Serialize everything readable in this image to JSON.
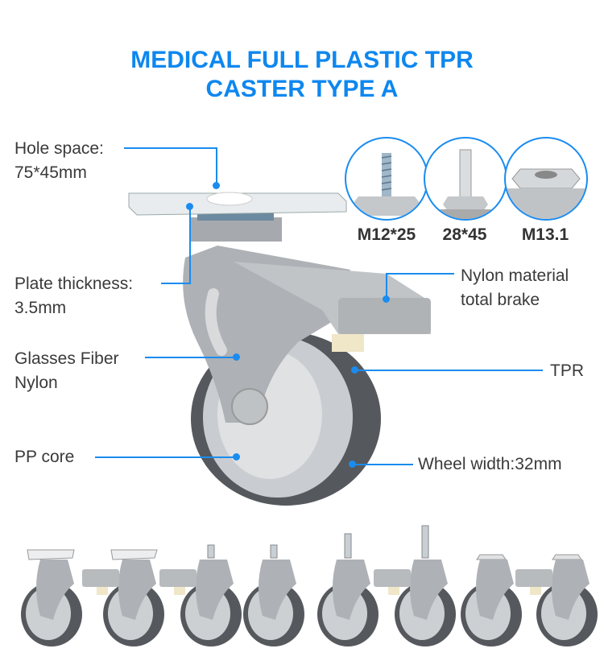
{
  "title": {
    "line1": "MEDICAL FULL PLASTIC TPR",
    "line2": "CASTER TYPE A"
  },
  "callouts": {
    "hole_space": {
      "label": "Hole space:",
      "value": "75*45mm"
    },
    "plate_thickness": {
      "label": "Plate thickness:",
      "value": "3.5mm"
    },
    "frame": {
      "label": "Glasses Fiber",
      "value": "Nylon"
    },
    "core": {
      "label": "PP core"
    },
    "brake": {
      "label": "Nylon material",
      "value": "total brake"
    },
    "tread": {
      "label": "TPR"
    },
    "wheel_width": {
      "label": "Wheel width:32mm"
    }
  },
  "mount_options": [
    {
      "label": "M12*25",
      "icon": "threaded-stem-icon"
    },
    {
      "label": "28*45",
      "icon": "plain-stem-icon"
    },
    {
      "label": "M13.1",
      "icon": "bolt-hole-icon"
    }
  ],
  "variants": [
    "plate-swivel",
    "plate-brake",
    "stem-brake",
    "threaded-stem",
    "plain-stem",
    "long-stem-brake",
    "bolt-hole",
    "bolt-hole-brake"
  ],
  "colors": {
    "accent": "#1a8cf0",
    "title": "#0d87ef",
    "tread": "#55585c",
    "body": "#b9bcc0"
  }
}
